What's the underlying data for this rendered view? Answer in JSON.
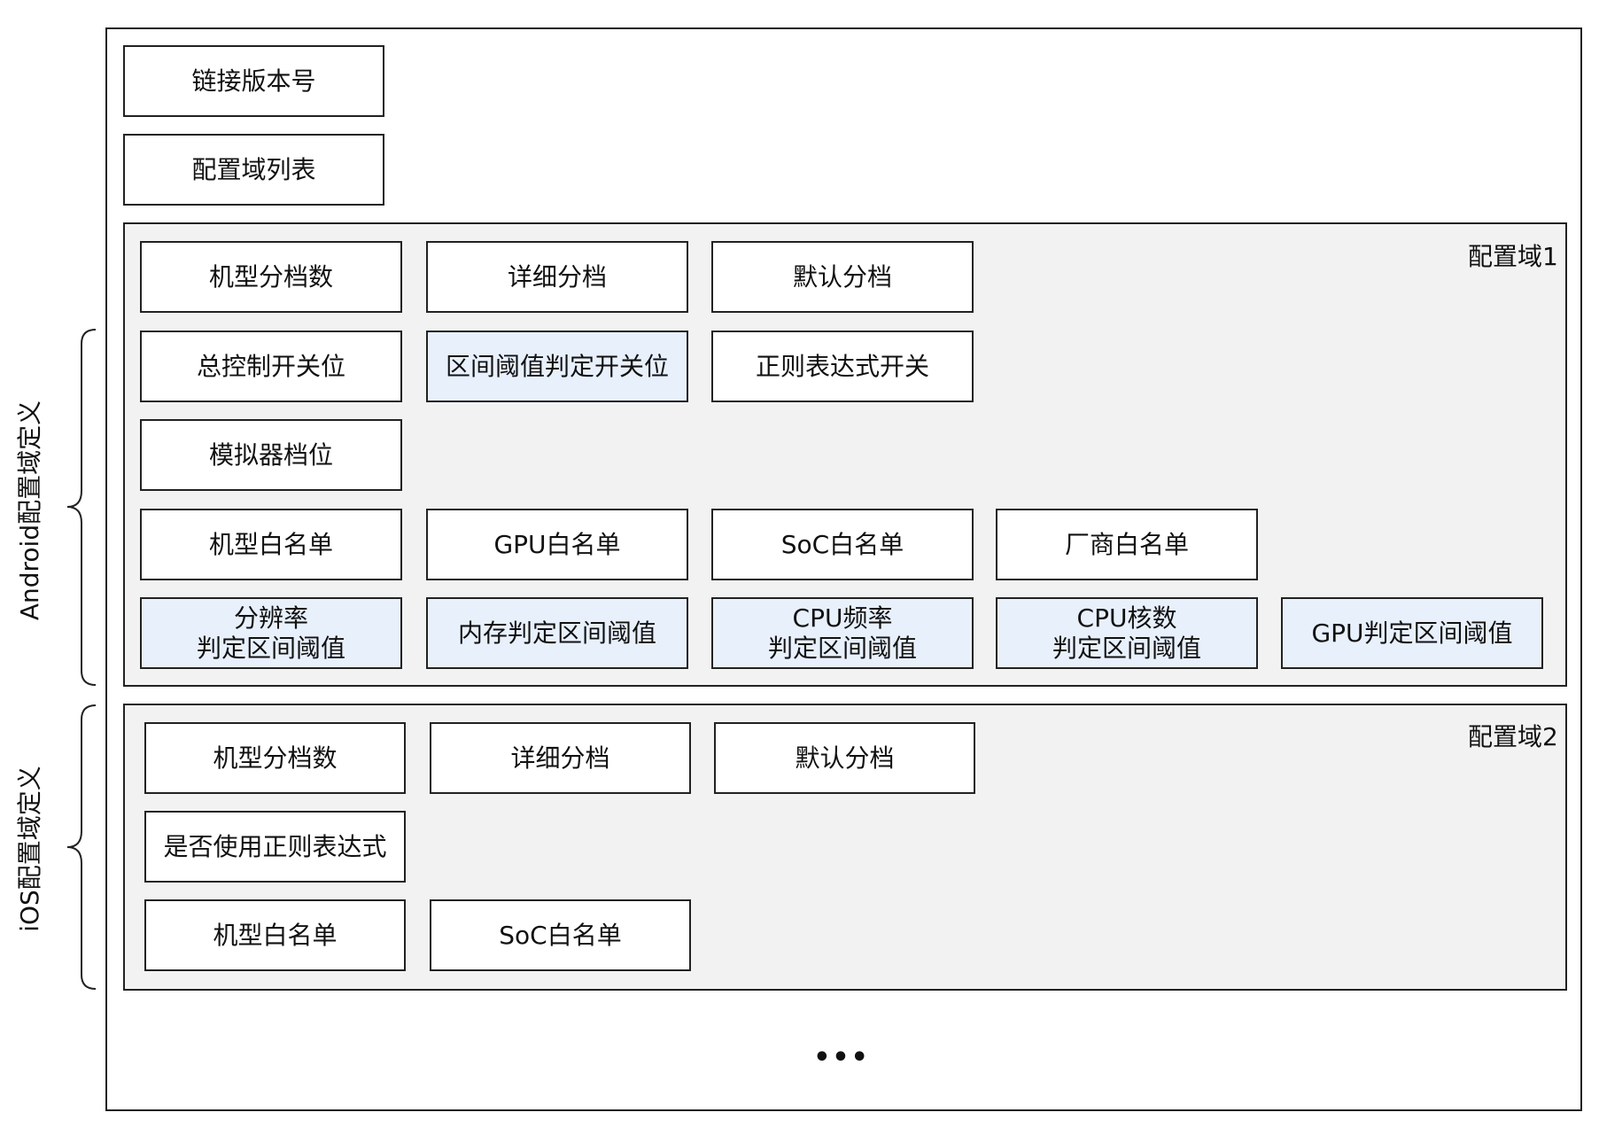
{
  "top_boxes": [
    "链接版本号",
    "配置域列表"
  ],
  "domain1": {
    "title": "配置域1",
    "side_label": "Android配置域定义",
    "row1": [
      "机型分档数",
      "详细分档",
      "默认分档"
    ],
    "row2": [
      "总控制开关位",
      "区间阈值判定开关位",
      "正则表达式开关"
    ],
    "row3": [
      "模拟器档位"
    ],
    "row4": [
      "机型白名单",
      "GPU白名单",
      "SoC白名单",
      "厂商白名单"
    ],
    "row5": [
      {
        "line1": "分辨率",
        "line2": "判定区间阈值"
      },
      {
        "line1": "内存判定区间阈值",
        "line2": ""
      },
      {
        "line1": "CPU频率",
        "line2": "判定区间阈值"
      },
      {
        "line1": "CPU核数",
        "line2": "判定区间阈值"
      },
      {
        "line1": "GPU判定区间阈值",
        "line2": ""
      }
    ]
  },
  "domain2": {
    "title": "配置域2",
    "side_label": "iOS配置域定义",
    "row1": [
      "机型分档数",
      "详细分档",
      "默认分档"
    ],
    "row2": [
      "是否使用正则表达式"
    ],
    "row3": [
      "机型白名单",
      "SoC白名单"
    ]
  },
  "ellipsis": "•••",
  "colors": {
    "border": "#222222",
    "domain_bg": "#f2f2f2",
    "highlight_bg": "#e8f0fc"
  }
}
